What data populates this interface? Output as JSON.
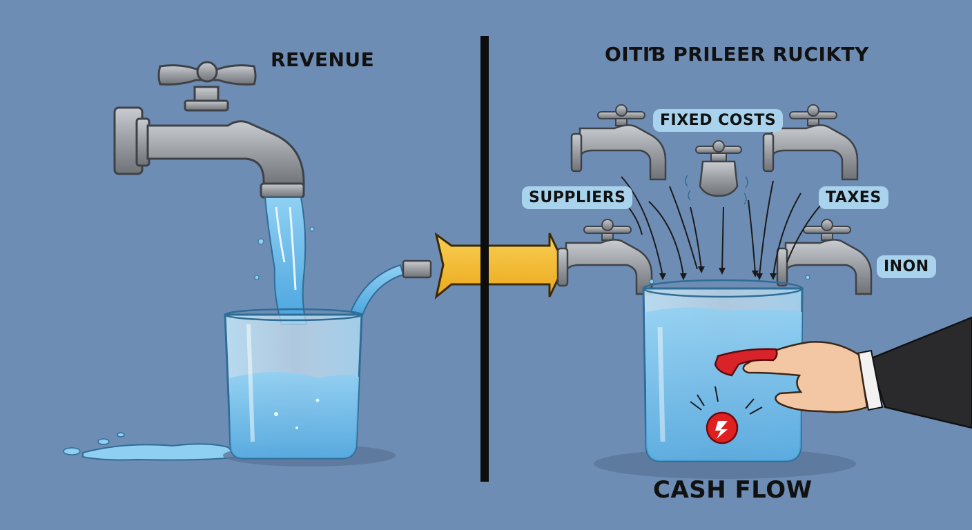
{
  "left_panel": {
    "title": "REVENUE"
  },
  "right_panel": {
    "title": "OITIƁ PRILEER RUCIKTY",
    "tags": {
      "fixed_costs": "FIXED COSTS",
      "suppliers": "SUPPLIERS",
      "taxes": "TAXES",
      "inon": "INON"
    },
    "caption": "CASH FLOW"
  },
  "colors": {
    "background": "#6e8db4",
    "water": "#8cc8ee",
    "faucet": "#9a9ea3",
    "arrow": "#f4b938",
    "divider": "#0d0d0d",
    "button": "#e02020"
  },
  "icons": [
    "faucet-icon",
    "water-glass-icon",
    "arrow-right-icon",
    "hand-icon",
    "leak-icon"
  ]
}
